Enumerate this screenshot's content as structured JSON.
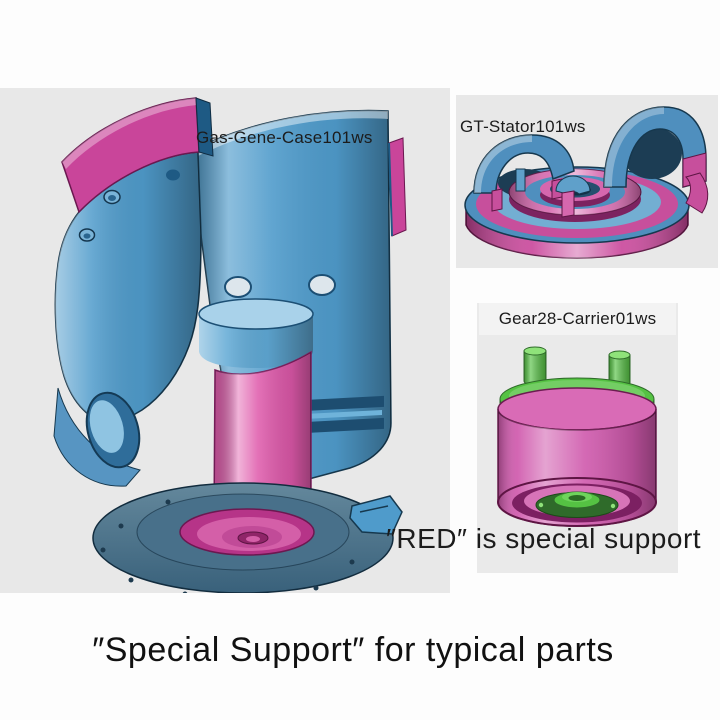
{
  "annotations": {
    "red_note": "″RED″ is special support",
    "caption": "″Special Support″ for typical parts"
  },
  "parts": {
    "gas_gene_case": {
      "label": "Gas-Gene-Case101ws"
    },
    "gt_stator": {
      "label": "GT-Stator101ws"
    },
    "gear28_carrier": {
      "label": "Gear28-Carrier01ws"
    }
  },
  "colors": {
    "support_red": "#c9459a",
    "support_red_bright": "#df59ab",
    "body_blue": "#4f9bcb",
    "part_green": "#55c243",
    "panel_gray": "#e8e8e8",
    "panel_gray_light": "#eaeaea",
    "label_strip": "#f3f3f3",
    "text_dark": "#1c1c1c",
    "page_bg": "#fdfdfd"
  }
}
